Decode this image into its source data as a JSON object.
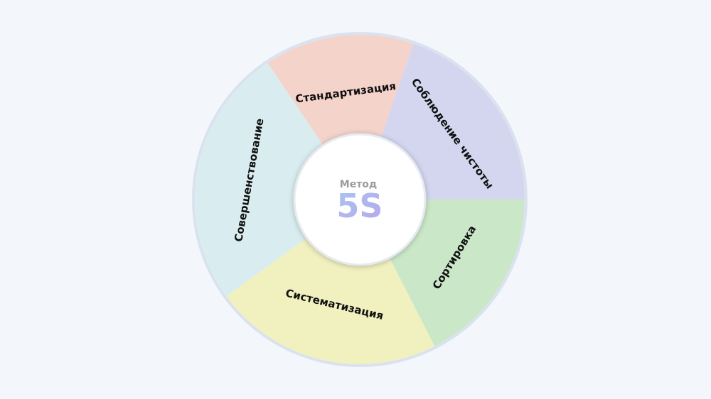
{
  "diagram": {
    "center": {
      "title": "Метод",
      "big": "5S",
      "gradient_start": "#a9c6ee",
      "gradient_end": "#b8a6ee"
    },
    "segments": [
      {
        "label": "Стандартизация",
        "color": "#f4d3ca"
      },
      {
        "label": "Соблюдение чистоты",
        "color": "#d3d6ee"
      },
      {
        "label": "Сортировка",
        "color": "#cae8c8"
      },
      {
        "label": "Систематизация",
        "color": "#f1f0bf"
      },
      {
        "label": "Совершенствование",
        "color": "#d9edf0"
      }
    ],
    "ring_border_color": "#d9e2ee"
  }
}
